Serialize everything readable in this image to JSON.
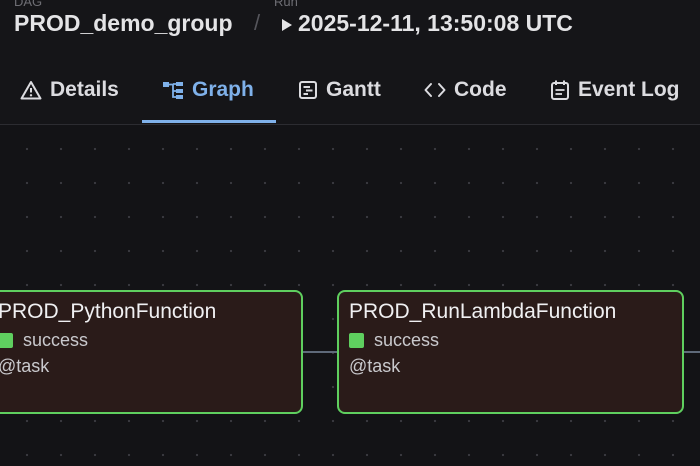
{
  "header": {
    "dag_label": "DAG",
    "dag_name": "PROD_demo_group",
    "separator": "/",
    "run_label": "Run",
    "run_value": "2025-12-11, 13:50:08 UTC"
  },
  "tabs": [
    {
      "label": "Details",
      "icon": "warning-triangle-icon",
      "active": false
    },
    {
      "label": "Graph",
      "icon": "graph-icon",
      "active": true
    },
    {
      "label": "Gantt",
      "icon": "gantt-icon",
      "active": false
    },
    {
      "label": "Code",
      "icon": "code-icon",
      "active": false
    },
    {
      "label": "Event Log",
      "icon": "calendar-icon",
      "active": false
    }
  ],
  "graph": {
    "nodes": [
      {
        "title": "PROD_PythonFunction",
        "status": "success",
        "operator": "@task"
      },
      {
        "title": "PROD_RunLambdaFunction",
        "status": "success",
        "operator": "@task"
      }
    ]
  },
  "colors": {
    "accent": "#7fb1ea",
    "success": "#5fcf5f",
    "node_bg": "#2a1b19",
    "background": "#151518"
  }
}
